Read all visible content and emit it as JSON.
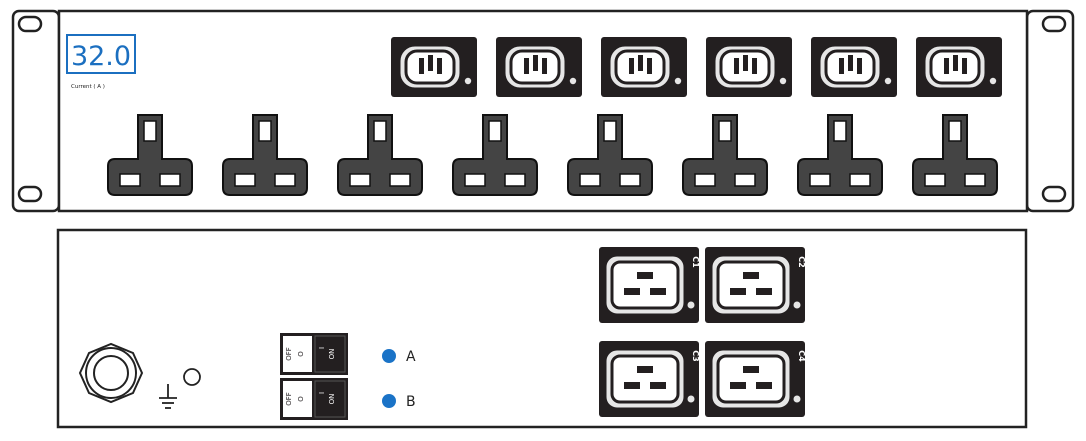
{
  "front_panel": {
    "meter": {
      "value": "32.0",
      "caption": "Current ( A )"
    },
    "iec_outlet_count": 6,
    "uk_outlet_count": 8
  },
  "rear_panel": {
    "breakers": [
      {
        "off_label": "OFF",
        "off_symbol": "O",
        "on_label": "ON",
        "on_symbol": "I"
      },
      {
        "off_label": "OFF",
        "off_symbol": "O",
        "on_label": "ON",
        "on_symbol": "I"
      }
    ],
    "indicators": [
      {
        "label": "A"
      },
      {
        "label": "B"
      }
    ],
    "c19_outlets": [
      {
        "label": "C1"
      },
      {
        "label": "C2"
      },
      {
        "label": "C3"
      },
      {
        "label": "C4"
      }
    ]
  },
  "colors": {
    "outline": "#222222",
    "meter_text": "#1b6fc0",
    "indicator": "#1a73c7",
    "outlet_bg": "#231f20",
    "outlet_face": "#e6e6e6",
    "uk_body": "#444444"
  }
}
